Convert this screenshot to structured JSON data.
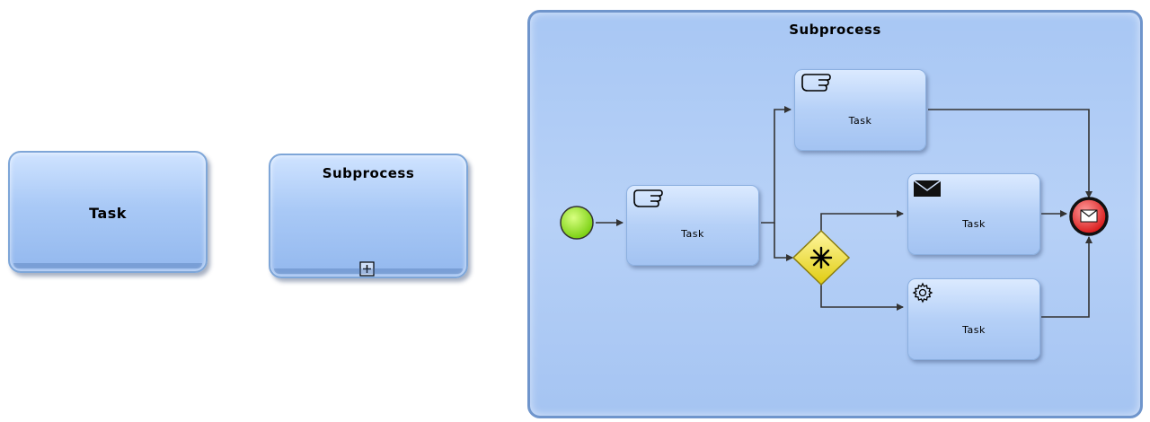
{
  "task_standalone": {
    "label": "Task"
  },
  "subprocess_collapsed": {
    "label": "Subprocess"
  },
  "subprocess_expanded": {
    "label": "Subprocess",
    "tasks": [
      {
        "label": "Task",
        "type": "user",
        "icon": "hand-icon"
      },
      {
        "label": "Task",
        "type": "user",
        "icon": "hand-icon"
      },
      {
        "label": "Task",
        "type": "send",
        "icon": "envelope-icon"
      },
      {
        "label": "Task",
        "type": "service",
        "icon": "gear-icon"
      }
    ],
    "start_event": {
      "color": "#88e020"
    },
    "gateway": {
      "type": "complex",
      "color": "#f2e64a"
    },
    "end_event": {
      "type": "message",
      "color": "#e03030"
    }
  }
}
